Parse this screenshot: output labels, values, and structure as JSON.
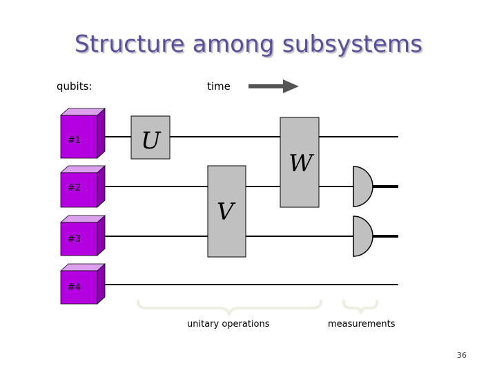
{
  "title": "Structure among subsystems",
  "labels": {
    "qubits": "qubits:",
    "time": "time"
  },
  "qubits": [
    {
      "label": "#1"
    },
    {
      "label": "#2"
    },
    {
      "label": "#3"
    },
    {
      "label": "#4"
    }
  ],
  "gates": {
    "u": "U",
    "v": "V",
    "w": "W"
  },
  "braces": {
    "unitary": "unitary operations",
    "measurements": "measurements"
  },
  "page_number": "36",
  "colors": {
    "title": "#5a4f9a",
    "qubit_face": "#b400e0",
    "qubit_top": "#dca0ee",
    "qubit_side": "#8a00b0",
    "gate_fill": "#c0c0c0",
    "arrow": "#555555",
    "brace": "#eeeee0"
  }
}
